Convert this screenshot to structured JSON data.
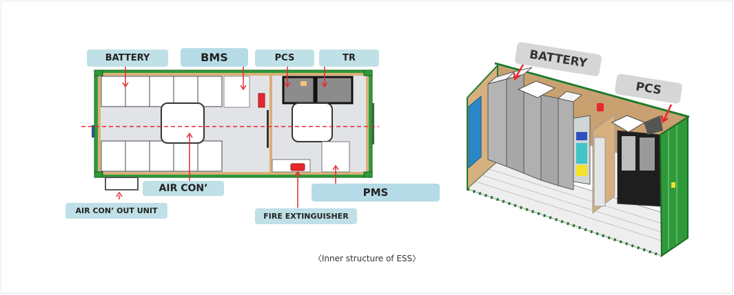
{
  "figure": {
    "caption": "〈Inner structure of ESS〉",
    "colors": {
      "label_bg": "#bfe0e6",
      "label_bg_3d": "#d6d6d6",
      "frame_green": "#2f9a3a",
      "wall_wood": "#d9b078",
      "arrow_red": "#e8262d",
      "floor_grey": "#dcdde0",
      "pcs_grey": "#8c8c8c"
    },
    "plan_view": {
      "labels": {
        "battery": "BATTERY",
        "bms": "BMS",
        "pcs": "PCS",
        "tr": "TR",
        "air_con": "AIR CON’",
        "air_con_out_unit": "AIR CON’ OUT UNIT",
        "fire_extinguisher": "FIRE EXTINGUISHER",
        "pms": "PMS"
      }
    },
    "iso_view": {
      "labels": {
        "battery": "BATTERY",
        "pcs": "PCS"
      }
    }
  }
}
